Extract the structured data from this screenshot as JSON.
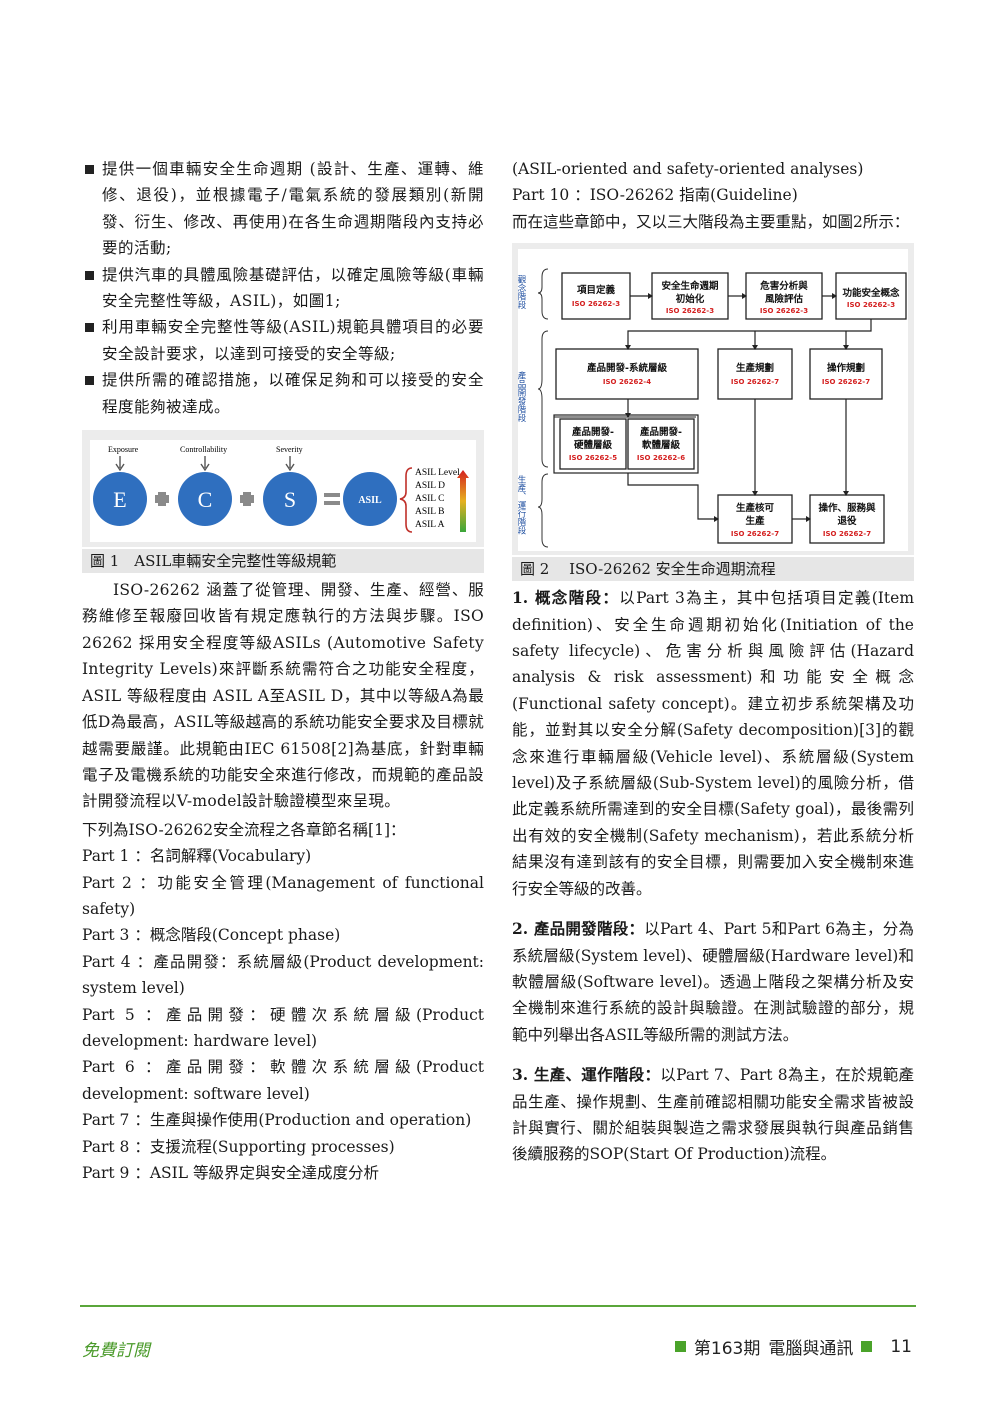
{
  "left": {
    "bullets": [
      "提供一個車輛安全生命週期 (設計、生產、運轉、維修、退役)，並根據電子/電氣系統的發展類別(新開發、衍生、修改、再使用)在各生命週期階段內支持必要的活動;",
      "提供汽車的具體風險基礎評估，以確定風險等級(車輛安全完整性等級，ASIL)，如圖1;",
      "利用車輛安全完整性等級(ASIL)規範具體項目的必要安全設計要求，以達到可接受的安全等級;",
      "提供所需的確認措施，以確保足夠和可以接受的安全程度能夠被達成。"
    ],
    "fig1": {
      "labels": [
        "Exposure",
        "Controllability",
        "Severity"
      ],
      "circles": [
        "E",
        "C",
        "S",
        "ASIL"
      ],
      "levels_title": "ASIL Level",
      "levels": [
        "ASIL D",
        "ASIL C",
        "ASIL B",
        "ASIL A"
      ],
      "caption": "圖 1　ASIL車輛安全完整性等級規範"
    },
    "para1": "ISO-26262 涵蓋了從管理、開發、生產、經營、服務維修至報廢回收皆有規定應執行的方法與步驟。ISO 26262 採用安全程度等級ASILs (Automotive Safety Integrity Levels)來評斷系統需符合之功能安全程度，ASIL 等級程度由 ASIL A至ASIL D，其中以等級A為最低D為最高，ASIL等級越高的系統功能安全要求及目標就越需要嚴謹。此規範由IEC 61508[2]為基底，針對車輛電子及電機系統的功能安全來進行修改，而規範的產品設計開發流程以V-model設計驗證模型來呈現。",
    "para2": "下列為ISO-26262安全流程之各章節名稱[1]：",
    "parts": [
      "Part 1 ：名詞解釋(Vocabulary)",
      "Part 2 ：功能安全管理(Management of functional safety)",
      "Part 3 ：概念階段(Concept phase)",
      "Part 4 ：產品開發：系統層級(Product development: system level)",
      "Part 5 ：產品開發：硬體次系統層級(Product development: hardware level)",
      "Part 6 ：產品開發：軟體次系統層級(Product development: software level)",
      "Part 7 ：生產與操作使用(Production and operation)",
      "Part 8 ：支援流程(Supporting processes)",
      "Part 9 ：ASIL 等級界定與安全達成度分析"
    ]
  },
  "right": {
    "cont1": "(ASIL-oriented and safety-oriented analyses)",
    "cont2": "Part 10 ：ISO-26262 指南(Guideline)",
    "cont3": "而在這些章節中，又以三大階段為主要重點，如圖2所示：",
    "fig2": {
      "phases": [
        "觀念階段",
        "產品開發階段",
        "生產、運行階段"
      ],
      "boxes": [
        {
          "t1": "項目定義",
          "t2": "",
          "iso": "ISO 26262-3"
        },
        {
          "t1": "安全生命週期",
          "t2": "初始化",
          "iso": "ISO 26262-3"
        },
        {
          "t1": "危害分析與",
          "t2": "風險評估",
          "iso": "ISO 26262-3"
        },
        {
          "t1": "功能安全概念",
          "t2": "",
          "iso": "ISO 26262-3"
        },
        {
          "t1": "產品開發-系統層級",
          "t2": "",
          "iso": "ISO 26262-4"
        },
        {
          "t1": "生產規劃",
          "t2": "",
          "iso": "ISO 26262-7"
        },
        {
          "t1": "操作規劃",
          "t2": "",
          "iso": "ISO 26262-7"
        },
        {
          "t1": "產品開發-",
          "t2": "硬體層級",
          "iso": "ISO 26262-5"
        },
        {
          "t1": "產品開發-",
          "t2": "軟體層級",
          "iso": "ISO 26262-6"
        },
        {
          "t1": "生產核可",
          "t2": "生產",
          "iso": "ISO 26262-7"
        },
        {
          "t1": "操作、服務與",
          "t2": "退役",
          "iso": "ISO 26262-7"
        }
      ],
      "caption": "圖 2　 ISO-26262 安全生命週期流程"
    },
    "sec1_title": "1. 概念階段：",
    "sec1_body": "以Part 3為主，其中包括項目定義(Item definition)、安全生命週期初始化(Initiation of the safety lifecycle)、危害分析與風險評估(Hazard analysis & risk assessment)和功能安全概念(Functional safety concept)。建立初步系統架構及功能，並對其以安全分解(Safety decomposition)[3]的觀念來進行車輛層級(Vehicle level)、系統層級(System level)及子系統層級(Sub-System level)的風險分析，借此定義系統所需達到的安全目標(Safety goal)，最後需列出有效的安全機制(Safety mechanism)，若此系統分析結果沒有達到該有的安全目標，則需要加入安全機制來進行安全等級的改善。",
    "sec2_title": "2. 產品開發階段：",
    "sec2_body": "以Part 4、Part 5和Part 6為主，分為系統層級(System level)、硬體層級(Hardware level)和軟體層級(Software level)。透過上階段之架構分析及安全機制來進行系統的設計與驗證。在測試驗證的部分，規範中列舉出各ASIL等級所需的測試方法。",
    "sec3_title": "3. 生產、運作階段：",
    "sec3_body": "以Part 7、Part 8為主，在於規範產品生產、操作規劃、生產前確認相關功能安全需求皆被設計與實行、關於組裝與製造之需求發展與執行與產品銷售後續服務的SOP(Start Of Production)流程。"
  },
  "footer": {
    "left": "免費訂閱",
    "issue": "第163期",
    "magazine": "電腦與通訊",
    "page": "11"
  },
  "colors": {
    "accent": "#4aa32a",
    "iso_red": "#d42020",
    "circle_blue": "#2f6fbf"
  }
}
